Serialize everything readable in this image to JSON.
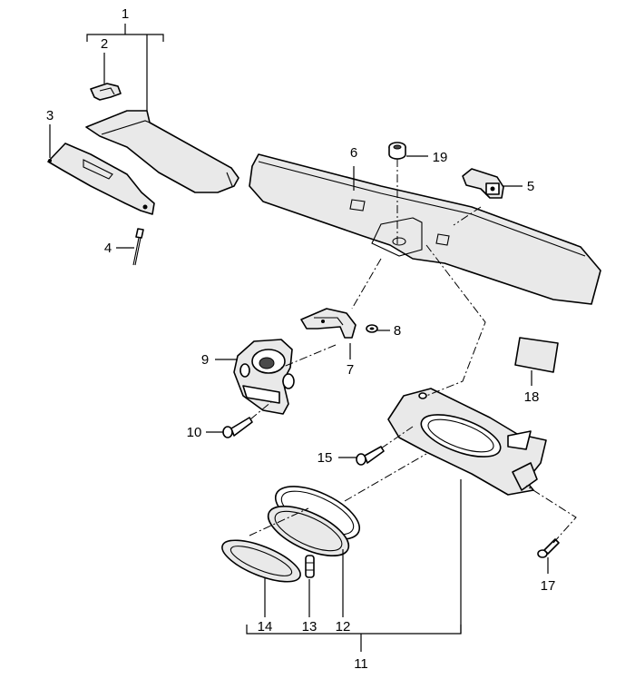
{
  "callouts": {
    "c1": "1",
    "c2": "2",
    "c3": "3",
    "c4": "4",
    "c5": "5",
    "c6": "6",
    "c7": "7",
    "c8": "8",
    "c9": "9",
    "c10": "10",
    "c11": "11",
    "c12": "12",
    "c13": "13",
    "c14": "14",
    "c15": "15",
    "c17": "17",
    "c18": "18",
    "c19": "19"
  }
}
